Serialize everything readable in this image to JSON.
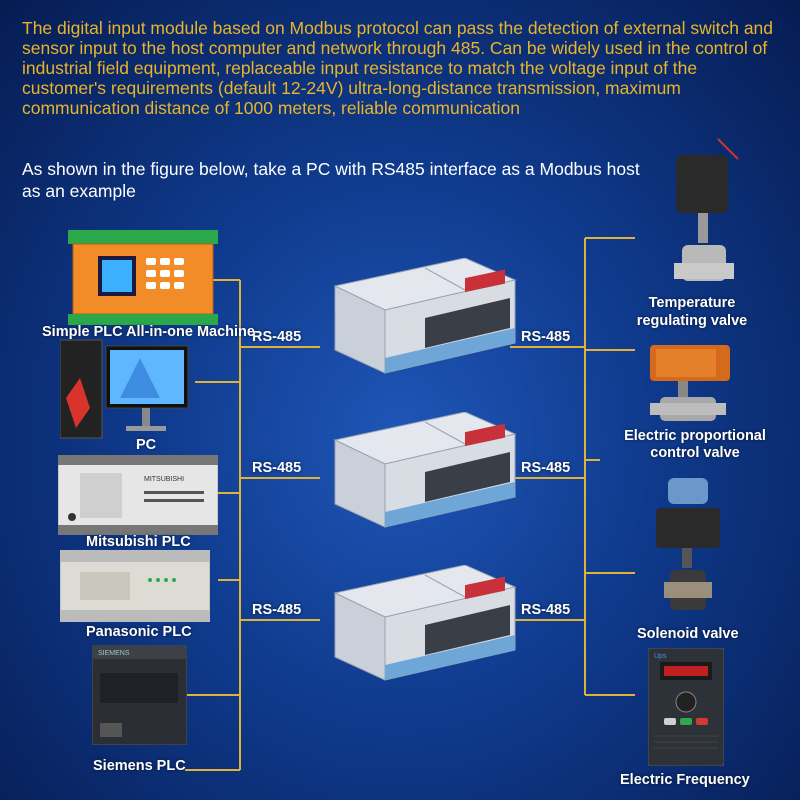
{
  "intro_text": "The digital input module based on Modbus protocol can pass the detection of external switch and sensor input to the host computer and network through 485. Can be widely used in the control of industrial field equipment, replaceable input resistance to match the voltage input of the customer's requirements (default 12-24V) ultra-long-distance transmission, maximum communication distance of 1000 meters, reliable communication",
  "subtitle": "As shown in the figure below, take a PC with RS485 interface as a Modbus host as an example",
  "bus_label": "RS-485",
  "left_devices": [
    {
      "label": "Simple PLC All-in-one Machine"
    },
    {
      "label": "PC"
    },
    {
      "label": "Mitsubishi PLC"
    },
    {
      "label": "Panasonic PLC"
    },
    {
      "label": "Siemens PLC"
    }
  ],
  "right_devices": [
    {
      "label": "Temperature regulating valve"
    },
    {
      "label": "Electric proportional control valve"
    },
    {
      "label": "Solenoid valve"
    },
    {
      "label": "Electric Frequency"
    }
  ],
  "device_text": {
    "mitsubishi_brand": "MITSUBISHI",
    "siemens_brand": "SIEMENS",
    "inverter_brand": "Ups"
  },
  "colors": {
    "intro_text": "#e8b42a",
    "wire": "#e0b23a",
    "background": "#0f3a8c"
  }
}
